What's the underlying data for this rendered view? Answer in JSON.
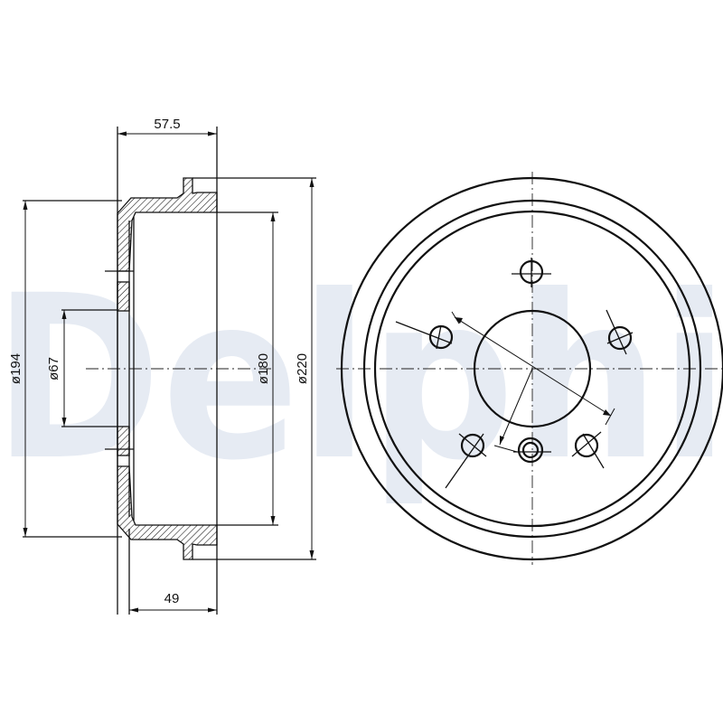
{
  "watermark": {
    "text": "Delphi",
    "color": "#e6ebf3"
  },
  "colors": {
    "line": "#111111",
    "background": "#ffffff"
  },
  "section_view": {
    "dimensions": {
      "overall_depth": "57.5",
      "inner_depth": "49",
      "flange_diameter": "ø194",
      "hub_bore_diameter": "ø67",
      "braking_surface_diameter": "ø180",
      "outer_diameter": "ø220"
    }
  },
  "front_view": {
    "stud_holes": 5,
    "circles": [
      "outer",
      "middle",
      "inner",
      "center-bore"
    ]
  }
}
